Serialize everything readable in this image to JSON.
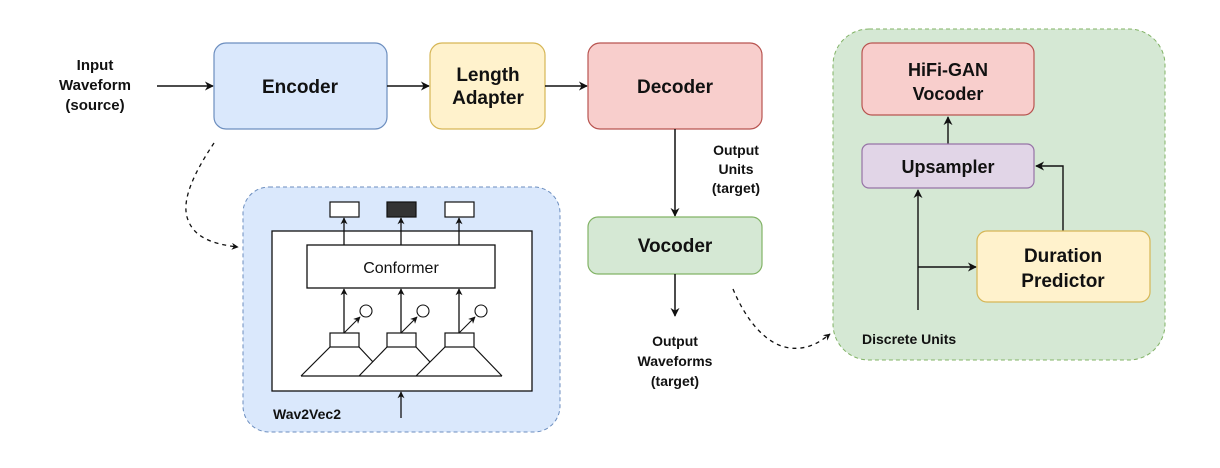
{
  "diagram": {
    "colors": {
      "blue_fill": "#dae8fc",
      "blue_stroke": "#6c8ebf",
      "yellow_fill": "#fff2cc",
      "yellow_stroke": "#d6b656",
      "red_fill": "#f8cecc",
      "red_stroke": "#b85450",
      "green_fill": "#d5e8d4",
      "green_stroke": "#82b366",
      "purple_fill": "#e1d5e7",
      "purple_stroke": "#9673a6"
    },
    "input_label": [
      "Input",
      "Waveform",
      "(source)"
    ],
    "encoder": "Encoder",
    "length_adapter": [
      "Length",
      "Adapter"
    ],
    "decoder": "Decoder",
    "output_units_label": [
      "Output",
      "Units",
      "(target)"
    ],
    "vocoder": "Vocoder",
    "output_waveforms_label": [
      "Output",
      "Waveforms",
      "(target)"
    ],
    "wav2vec2": {
      "title": "Wav2Vec2",
      "conformer": "Conformer"
    },
    "unit_vocoder": {
      "hifigan": [
        "HiFi-GAN",
        "Vocoder"
      ],
      "upsampler": "Upsampler",
      "duration_predictor": [
        "Duration",
        "Predictor"
      ],
      "discrete_units_label": "Discrete Units"
    }
  }
}
